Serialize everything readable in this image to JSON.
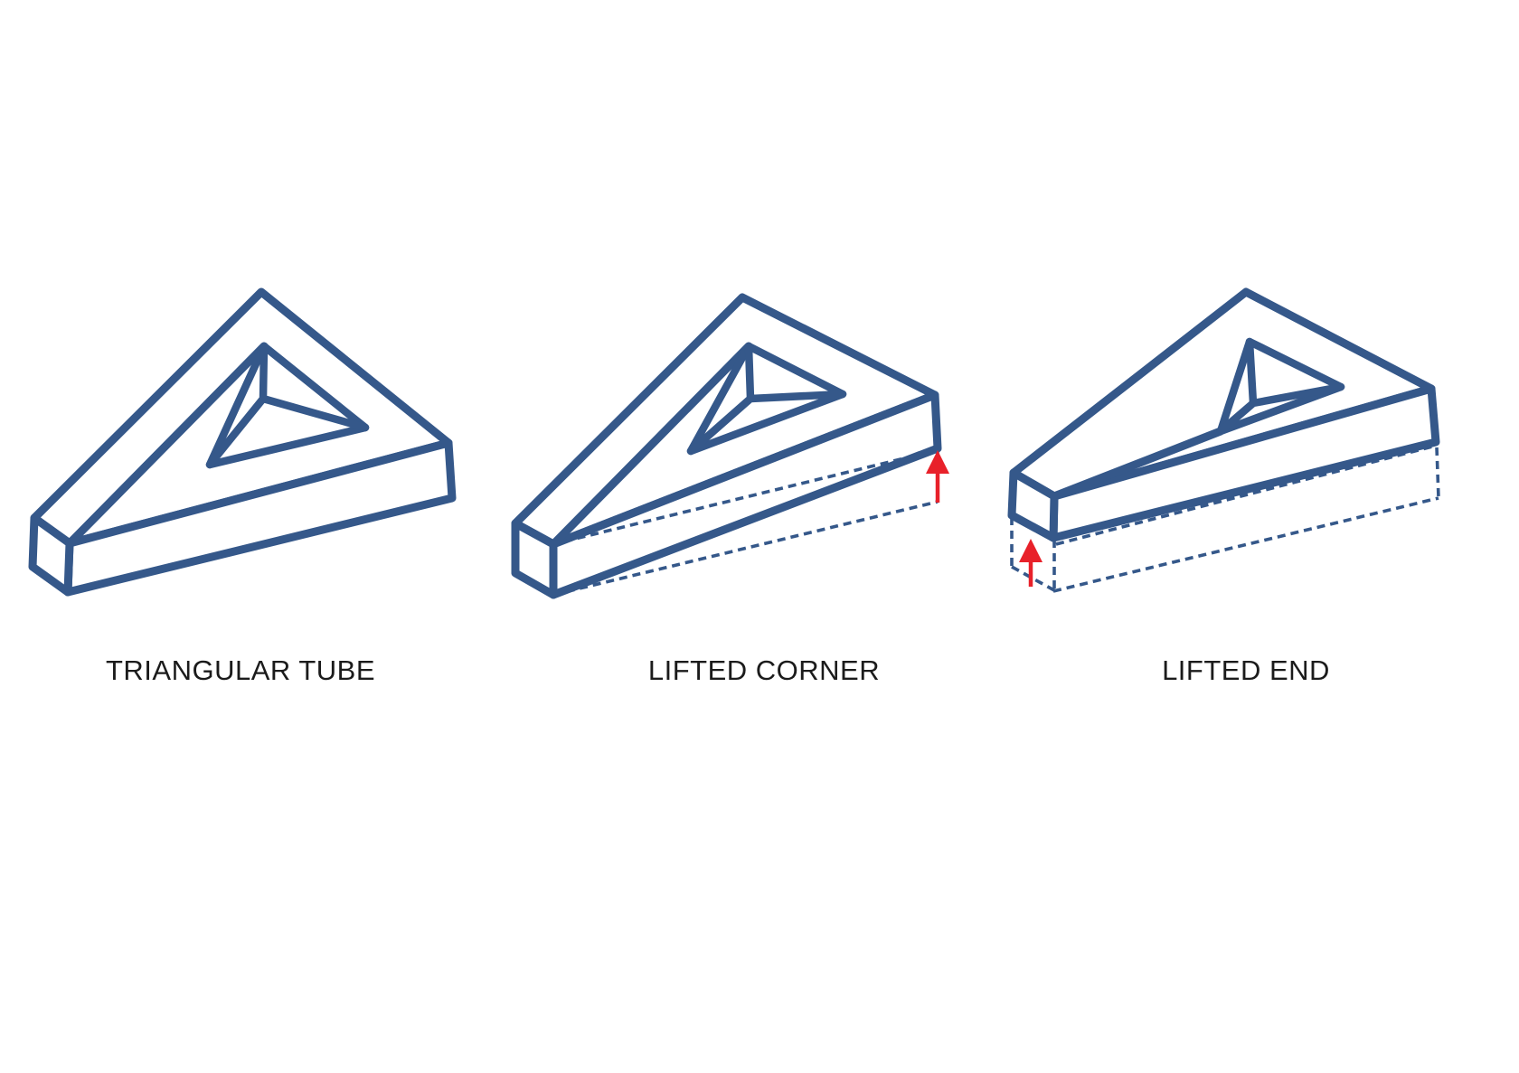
{
  "page": {
    "background_color": "#ffffff"
  },
  "diagram": {
    "stroke_color": "#35588A",
    "arrow_color": "#E8212A",
    "label_color": "#1B1B1B",
    "panels": [
      {
        "id": "triangular-tube",
        "label": "TRIANGULAR TUBE"
      },
      {
        "id": "lifted-corner",
        "label": "LIFTED CORNER"
      },
      {
        "id": "lifted-end",
        "label": "LIFTED END"
      }
    ],
    "icons": {
      "lift_arrow": "up-arrow"
    }
  }
}
